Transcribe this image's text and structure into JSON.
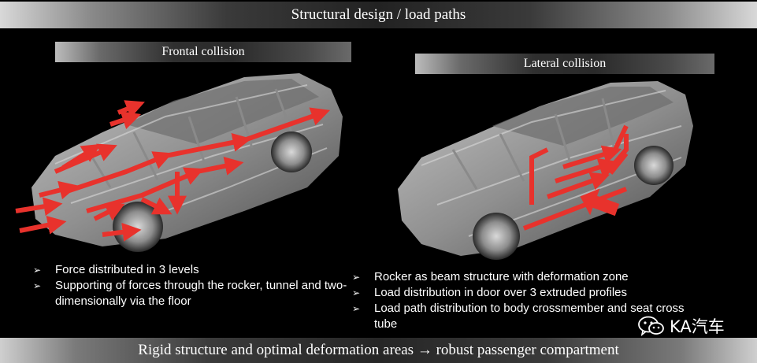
{
  "title": "Structural design / load paths",
  "sections": {
    "frontal": {
      "label": "Frontal collision",
      "bullets": [
        "Force distributed in 3 levels",
        "Supporting of forces through the rocker, tunnel and two-dimensionally via the floor"
      ]
    },
    "lateral": {
      "label": "Lateral collision",
      "bullets": [
        "Rocker as beam structure with deformation zone",
        "Load distribution in door over 3 extruded profiles",
        "Load path distribution to body crossmember and seat cross tube"
      ]
    }
  },
  "bullet_marker": "➢",
  "footer": "Rigid structure and optimal deformation areas → robust passenger compartment",
  "watermark": "KA汽车",
  "colors": {
    "arrow": "#e8322c",
    "background": "#000000",
    "body_shell": "#b8b8b8"
  },
  "icons": [
    "wechat-icon"
  ]
}
